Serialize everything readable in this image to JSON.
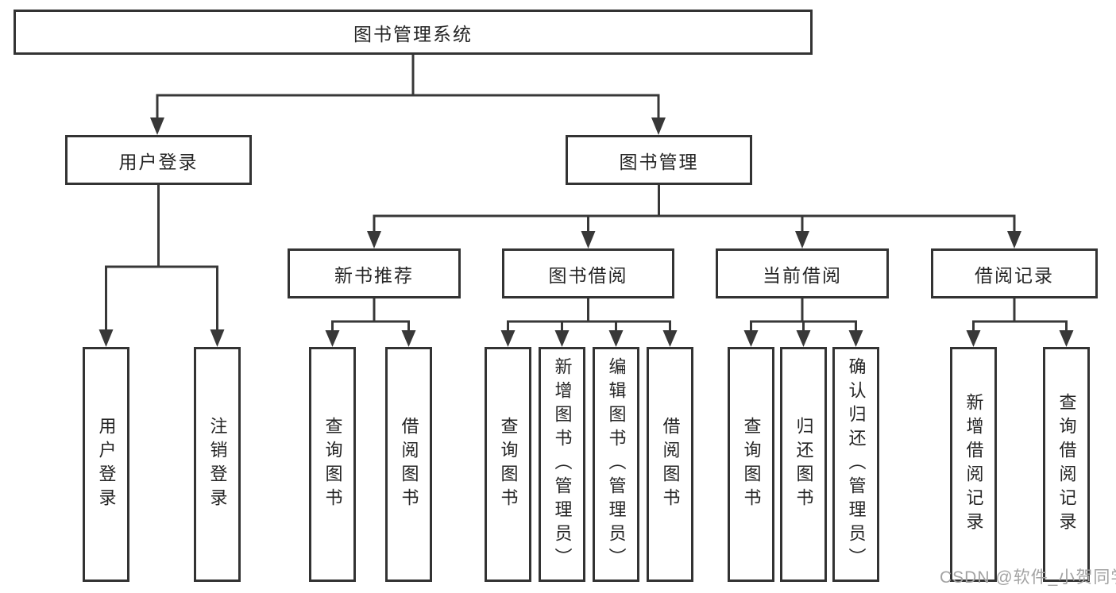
{
  "tree": {
    "root": "图书管理系统",
    "level2": [
      {
        "label": "用户登录",
        "children": [
          {
            "label": "用户登录"
          },
          {
            "label": "注销登录"
          }
        ]
      },
      {
        "label": "图书管理",
        "children": [
          {
            "label": "新书推荐",
            "children": [
              {
                "label": "查询图书"
              },
              {
                "label": "借阅图书"
              }
            ]
          },
          {
            "label": "图书借阅",
            "children": [
              {
                "label": "查询图书"
              },
              {
                "label": "新增图书（管理员）"
              },
              {
                "label": "编辑图书（管理员）"
              },
              {
                "label": "借阅图书"
              }
            ]
          },
          {
            "label": "当前借阅",
            "children": [
              {
                "label": "查询图书"
              },
              {
                "label": "归还图书"
              },
              {
                "label": "确认归还（管理员）"
              }
            ]
          },
          {
            "label": "借阅记录",
            "children": [
              {
                "label": "新增借阅记录"
              },
              {
                "label": "查询借阅记录"
              }
            ]
          }
        ]
      }
    ]
  },
  "watermark": {
    "text": "CSDN @软件_小贺同学"
  },
  "colors": {
    "line": "#383838",
    "border": "#333333",
    "text": "#252525",
    "box_background": "#ffffff",
    "page_background": "#ffffff",
    "watermark": "#a3a3a3"
  }
}
